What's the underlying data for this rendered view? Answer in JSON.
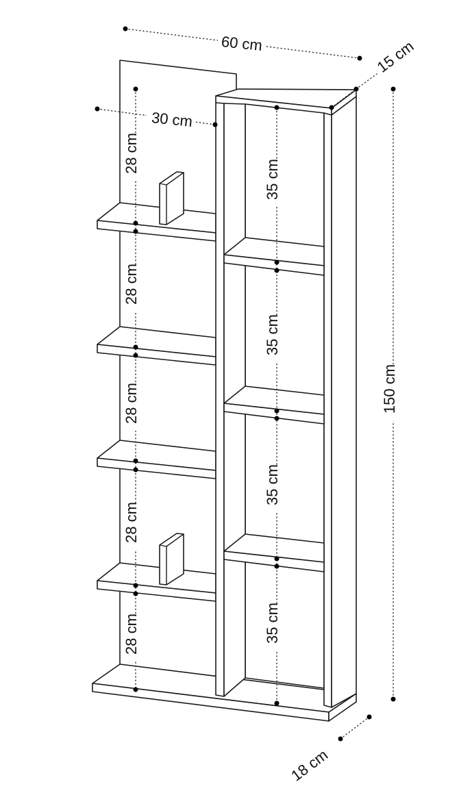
{
  "dimensions": {
    "width": "60 cm",
    "depth_top": "15 cm",
    "tower_offset": "30 cm",
    "height": "150 cm",
    "depth_bottom": "18 cm",
    "left_gaps": [
      "28 cm",
      "28 cm",
      "28 cm",
      "28 cm",
      "28 cm"
    ],
    "right_gaps": [
      "35 cm",
      "35 cm",
      "35 cm",
      "35 cm"
    ]
  },
  "colors": {
    "line": "#1a1a1a",
    "background": "#ffffff"
  }
}
